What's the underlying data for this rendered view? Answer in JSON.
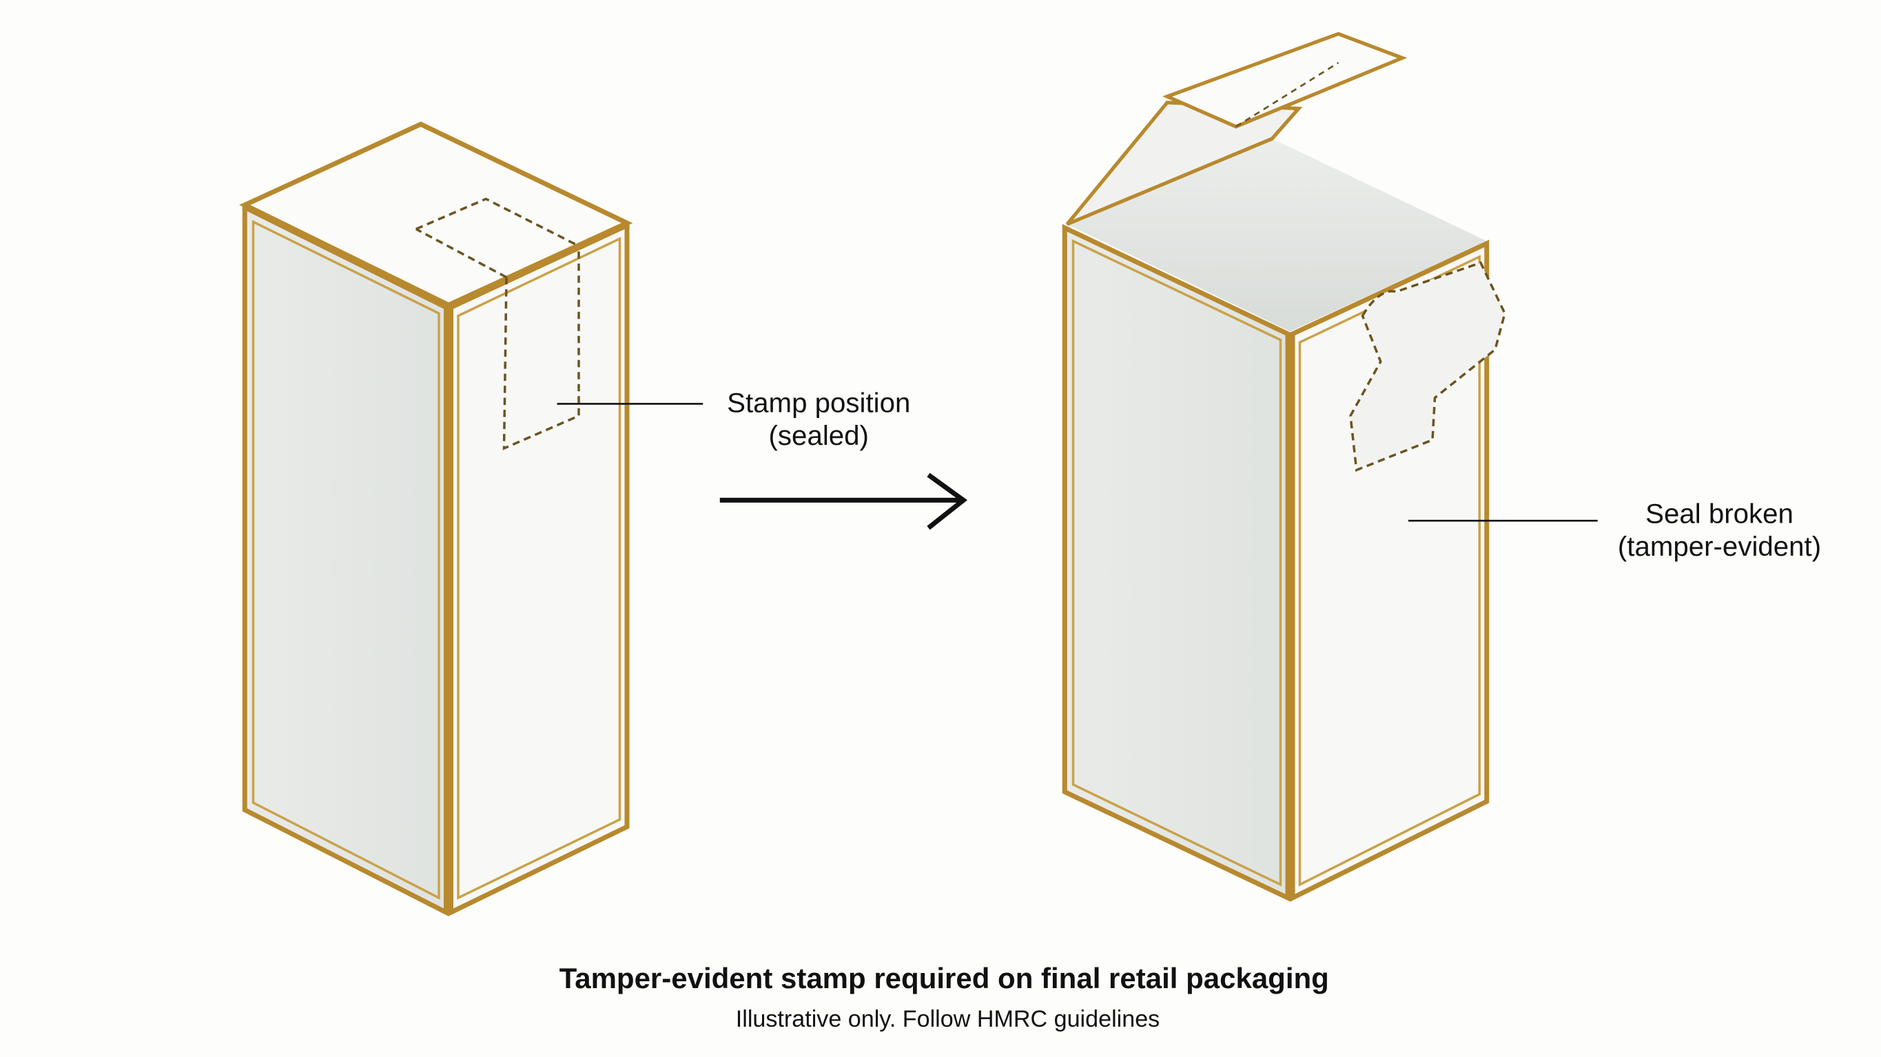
{
  "diagram": {
    "labels": {
      "sealed_line1": "Stamp position",
      "sealed_line2": "(sealed)",
      "broken_line1": "Seal broken",
      "broken_line2": "(tamper-evident)"
    },
    "caption": {
      "title": "Tamper-evident stamp required on final retail packaging",
      "subtitle": "Illustrative only. Follow HMRC guidelines"
    },
    "colors": {
      "gold": "#b8892e",
      "dash": "#6b5420",
      "face_left": "#e4e7e4",
      "face_right": "#f8f8f6",
      "ink": "#111111"
    }
  }
}
